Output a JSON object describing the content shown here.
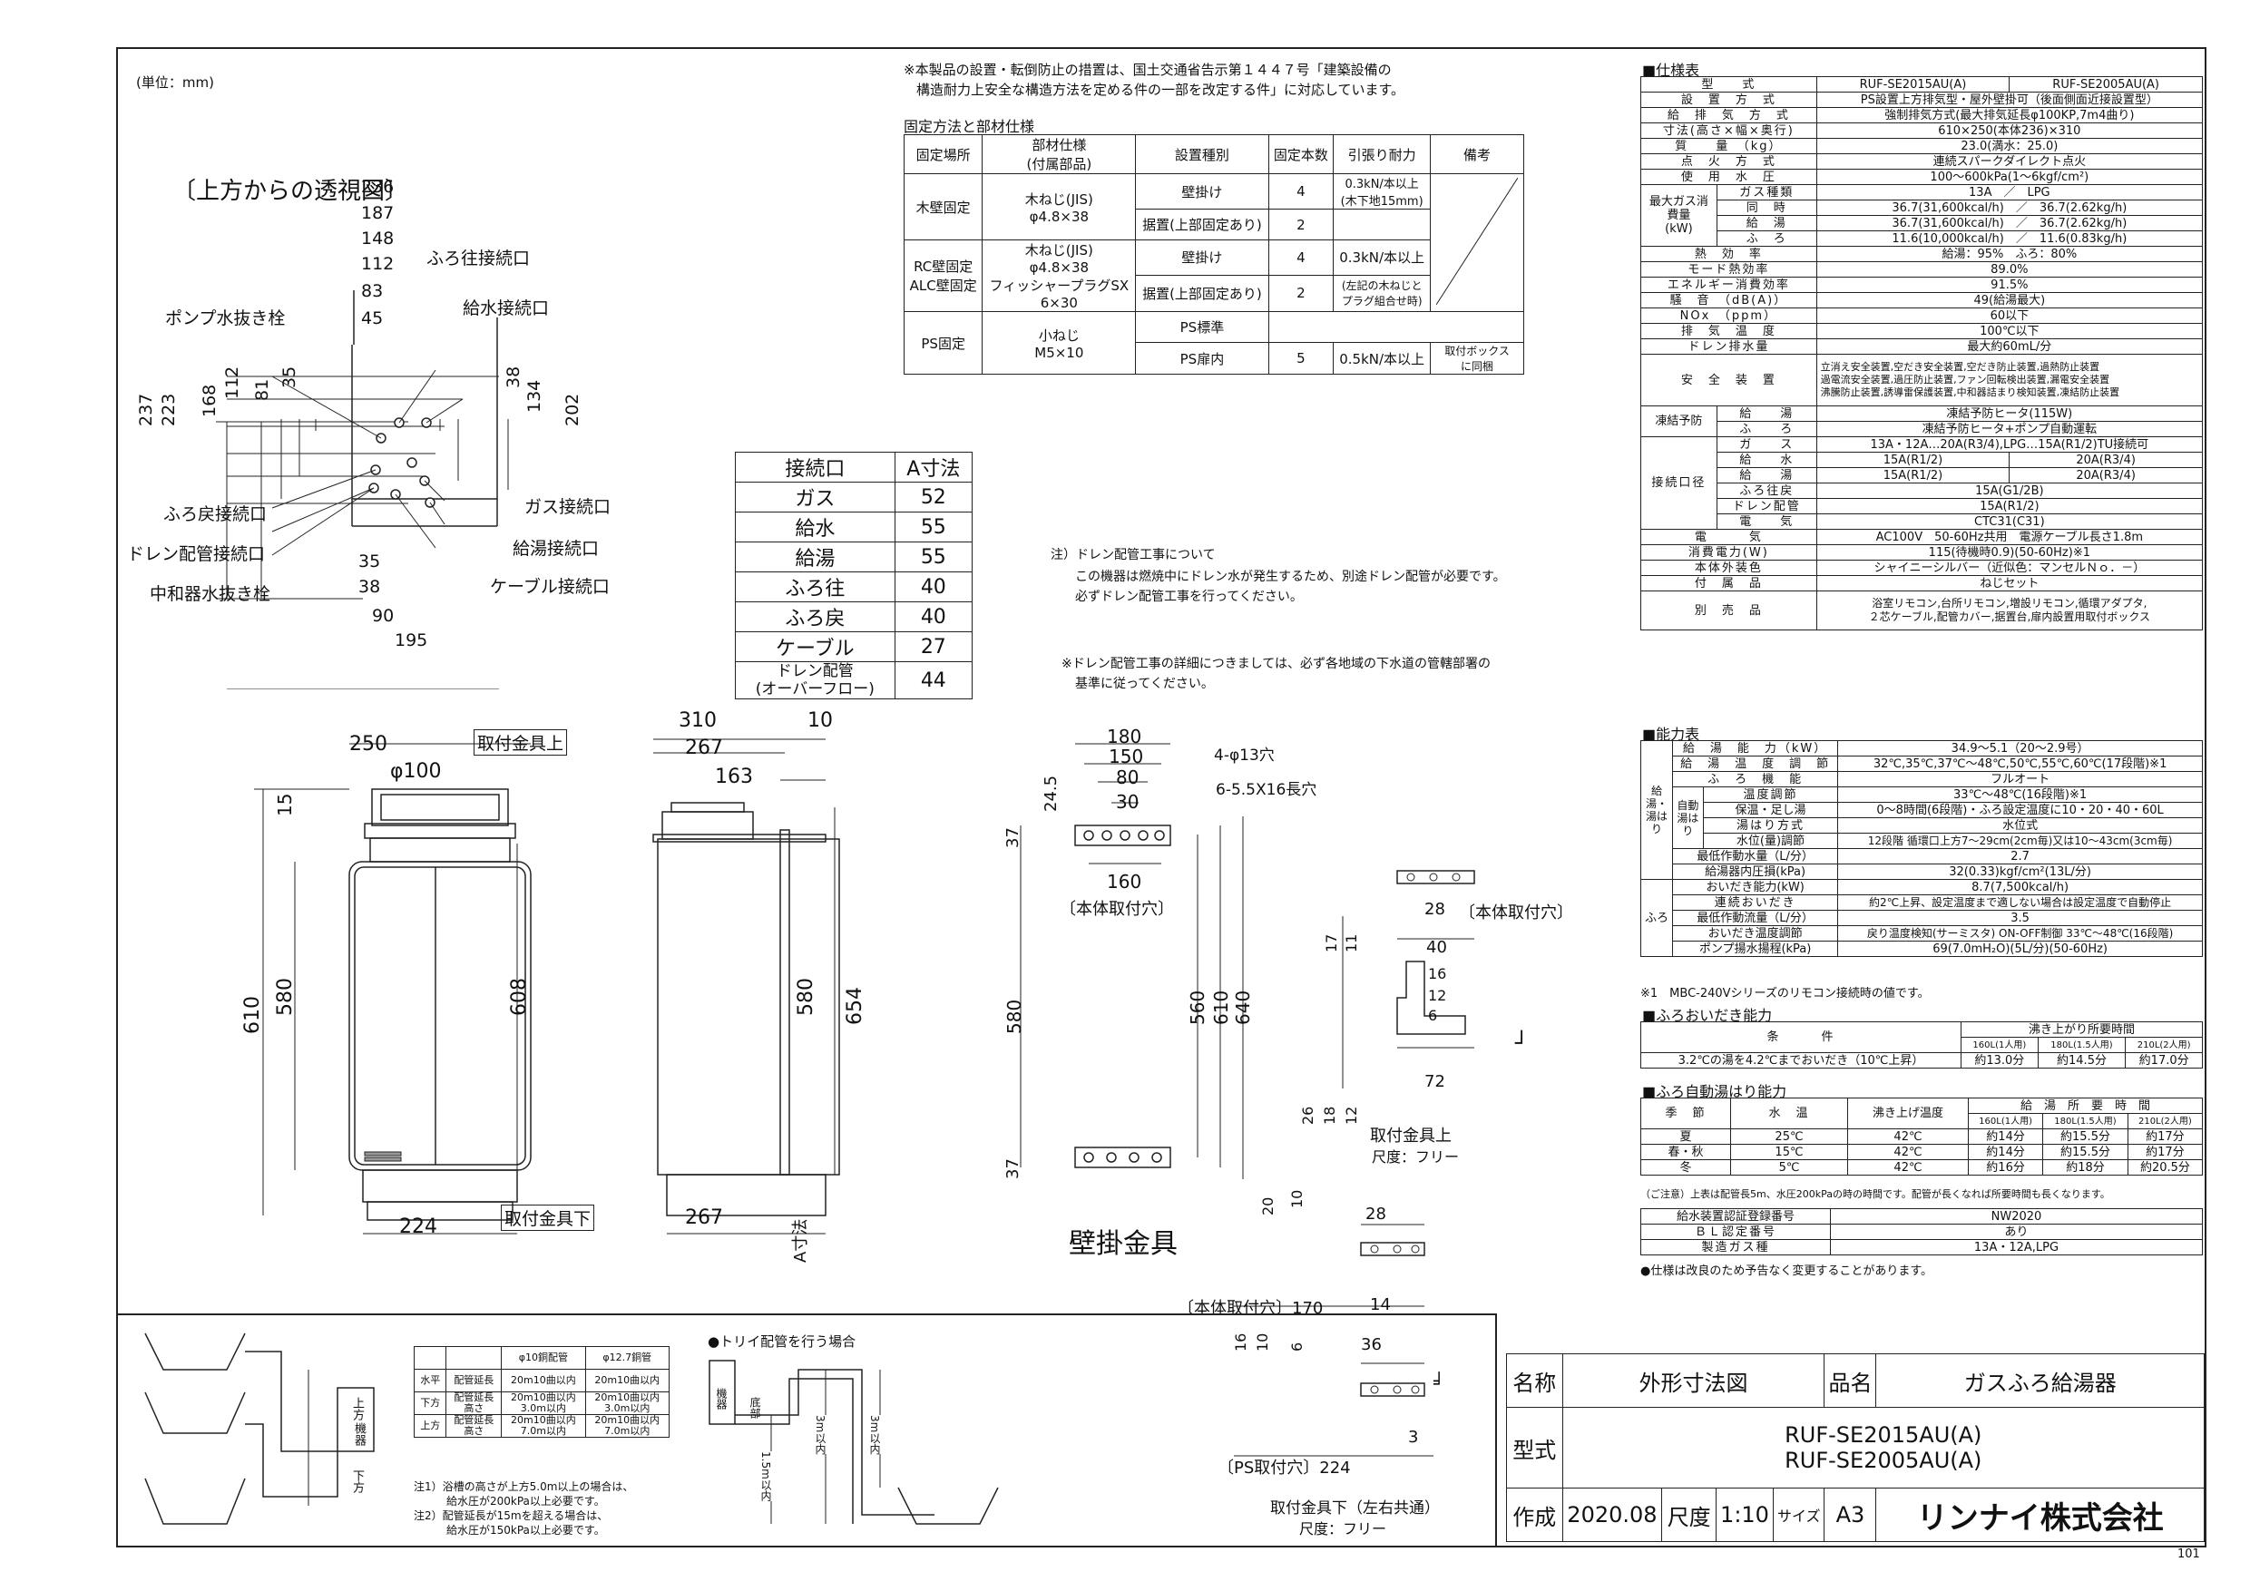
{
  "unit_label": "(単位：mm)",
  "drawing_no": "101",
  "top_view": {
    "title": "〔上方からの透視図〕",
    "labels": {
      "furo_in": "ふろ往接続口",
      "water_in": "給水接続口",
      "pump_drain": "ポンプ水抜き栓",
      "furo_out": "ふろ戻接続口",
      "drain": "ドレン配管接続口",
      "neutral": "中和器水抜き栓",
      "gas": "ガス接続口",
      "hot": "給湯接続口",
      "cable": "ケーブル接続口"
    },
    "dims": [
      "236",
      "187",
      "148",
      "112",
      "83",
      "45",
      "237",
      "223",
      "168",
      "112",
      "81",
      "35",
      "38",
      "134",
      "202",
      "35",
      "38",
      "90",
      "195"
    ]
  },
  "notice": {
    "line1": "※本製品の設置・転倒防止の措置は、国土交通省告示第１４４７号「建築設備の",
    "line2": "構造耐力上安全な構造方法を定める件の一部を改定する件」に対応しています。"
  },
  "fixing": {
    "title": "固定方法と部材仕様",
    "headers": [
      "固定場所",
      "部材仕様\n(付属部品)",
      "設置種別",
      "固定本数",
      "引張り耐力",
      "備考"
    ],
    "rows": [
      {
        "place": "木壁固定",
        "part": "木ねじ(JIS)\nφ4.8×38",
        "type": "壁掛け",
        "n": "4",
        "force": "0.3kN/本以上\n(木下地15mm)",
        "note": ""
      },
      {
        "place": "",
        "part": "",
        "type": "据置(上部固定あり)",
        "n": "2",
        "force": "",
        "note": ""
      },
      {
        "place": "RC壁固定\nALC壁固定",
        "part": "木ねじ(JIS)\nφ4.8×38\nフィッシャープラグSX\n6×30",
        "type": "壁掛け",
        "n": "4",
        "force": "0.3kN/本以上",
        "note": ""
      },
      {
        "place": "",
        "part": "",
        "type": "据置(上部固定あり)",
        "n": "2",
        "force": "(左記の木ねじと\nプラグ組合せ時)",
        "note": ""
      },
      {
        "place": "PS固定",
        "part": "小ねじ\nM5×10",
        "type": "PS標準",
        "n": "",
        "force": "",
        "note": ""
      },
      {
        "place": "",
        "part": "",
        "type": "PS扉内",
        "n": "5",
        "force": "0.5kN/本以上",
        "note": "取付ボックス\nに同梱"
      }
    ]
  },
  "connections": {
    "headers": [
      "接続口",
      "A寸法"
    ],
    "rows": [
      [
        "ガス",
        "52"
      ],
      [
        "給水",
        "55"
      ],
      [
        "給湯",
        "55"
      ],
      [
        "ふろ往",
        "40"
      ],
      [
        "ふろ戻",
        "40"
      ],
      [
        "ケーブル",
        "27"
      ],
      [
        "ドレン配管\n(オーバーフロー)",
        "44"
      ]
    ]
  },
  "drain_note": {
    "title": "注）ドレン配管工事について",
    "l1": "この機器は燃焼中にドレン水が発生するため、別途ドレン配管が必要です。",
    "l2": "必ずドレン配管工事を行ってください。",
    "l3": "※ドレン配管工事の詳細につきましては、必ず各地域の下水道の管轄部署の",
    "l4": "基準に従ってください。"
  },
  "front_view": {
    "dims": [
      "250",
      "φ100",
      "15",
      "610",
      "580",
      "608",
      "224"
    ],
    "label_top": "取付金具上",
    "label_bottom": "取付金具下"
  },
  "side_view": {
    "dims": [
      "310",
      "10",
      "267",
      "163",
      "580",
      "654",
      "267",
      "A寸法"
    ]
  },
  "bracket": {
    "dims": [
      "180",
      "150",
      "80",
      "30",
      "24.5",
      "37",
      "160",
      "580",
      "560",
      "610",
      "640",
      "37",
      "4-φ13穴",
      "6-5.5X16長穴",
      "〔本体取付穴〕"
    ],
    "title": "壁掛金具"
  },
  "upper_fitting": {
    "dims": [
      "28",
      "〔本体取付穴〕",
      "17",
      "11",
      "40",
      "16",
      "12",
      "6",
      "72",
      "26",
      "18",
      "12"
    ],
    "title": "取付金具上",
    "scale": "尺度：フリー"
  },
  "lower_fitting": {
    "dims": [
      "20",
      "10",
      "28",
      "〔本体取付穴〕170",
      "14",
      "16",
      "10",
      "6",
      "36",
      "3",
      "〔PS取付穴〕224"
    ],
    "title": "取付金具下（左右共通）",
    "scale": "尺度：フリー"
  },
  "spec": {
    "title": "■仕様表",
    "header": [
      "型　　式",
      "RUF-SE2015AU(A)",
      "RUF-SE2005AU(A)"
    ],
    "rows": [
      [
        "設　置　方　式",
        "PS設置上方排気型・屋外壁掛可（後面側面近接設置型）"
      ],
      [
        "給　排　気　方　式",
        "強制排気方式(最大排気延長φ100KP,7m4曲り)"
      ],
      [
        "寸法(高さ×幅×奥行)",
        "610×250(本体236)×310"
      ],
      [
        "質　　量　（kg）",
        "23.0(満水：25.0)"
      ],
      [
        "点　火　方　式",
        "連続スパークダイレクト点火"
      ],
      [
        "使　用　水　圧",
        "100～600kPa(1～6kgf/cm²)"
      ],
      [
        "ガス種類",
        "13A　／　LPG"
      ],
      [
        "同　時",
        "36.7(31,600kcal/h)　／　36.7(2.62kg/h)"
      ],
      [
        "給　湯",
        "36.7(31,600kcal/h)　／　36.7(2.62kg/h)"
      ],
      [
        "ふ　ろ",
        "11.6(10,000kcal/h)　／　11.6(0.83kg/h)"
      ],
      [
        "熱　効　率",
        "給湯：95%　ふろ：80%"
      ],
      [
        "モード熱効率",
        "89.0%"
      ],
      [
        "エネルギー消費効率",
        "91.5%"
      ],
      [
        "騒　音　（dB(A)）",
        "49(給湯最大)"
      ],
      [
        "NOx　（ppm）",
        "60以下"
      ],
      [
        "排　気　温　度",
        "100℃以下"
      ],
      [
        "ドレン排水量",
        "最大約60mL/分"
      ]
    ],
    "gas_label": "最大ガス消費量\n(kW)",
    "safety_label": "安　全　装　置",
    "safety": "立消え安全装置,空だき安全装置,空だき防止装置,過熱防止装置\n過電流安全装置,過圧防止装置,ファン回転検出装置,漏電安全装置\n沸騰防止装置,誘導雷保護装置,中和器詰まり検知装置,凍結防止装置",
    "freeze_label": "凍結予防",
    "freeze": [
      [
        "給　　湯",
        "凍結予防ヒータ(115W)"
      ],
      [
        "ふ　　ろ",
        "凍結予防ヒータ+ポンプ自動運転"
      ]
    ],
    "conn_label": "接続口径",
    "conn": [
      [
        "ガ　　ス",
        "13A・12A…20A(R3/4),LPG…15A(R1/2)TU接続可",
        ""
      ],
      [
        "給　　水",
        "15A(R1/2)",
        "20A(R3/4)"
      ],
      [
        "給　　湯",
        "15A(R1/2)",
        "20A(R3/4)"
      ],
      [
        "ふろ往戻",
        "15A(G1/2B)",
        ""
      ],
      [
        "ドレン配管",
        "15A(R1/2)",
        ""
      ],
      [
        "電　　気",
        "CTC31(C31)",
        ""
      ]
    ],
    "tail": [
      [
        "電　　　気",
        "AC100V　50-60Hz共用　電源ケーブル長さ1.8m"
      ],
      [
        "消費電力(W)",
        "115(待機時0.9)(50-60Hz)※1"
      ],
      [
        "本体外装色",
        "シャイニーシルバー（近似色：マンセルＮｏ．－）"
      ],
      [
        "付　属　品",
        "ねじセット"
      ]
    ],
    "option_label": "別　売　品",
    "option": "浴室リモコン,台所リモコン,増設リモコン,循環アダプタ,\n２芯ケーブル,配管カバー,据置台,扉内設置用取付ボックス"
  },
  "capacity": {
    "title": "■能力表",
    "rows": [
      [
        "給　湯　能　力（kW）",
        "34.9～5.1（20～2.9号）"
      ],
      [
        "給　湯　温　度　調　節",
        "32℃,35℃,37℃～48℃,50℃,55℃,60℃(17段階)※1"
      ],
      [
        "ふ　ろ　機　能",
        "フルオート"
      ],
      [
        "温度調節",
        "33℃～48℃(16段階)※1"
      ],
      [
        "保温・足し湯",
        "0～8時間(6段階)・ふろ設定温度に10・20・40・60L"
      ],
      [
        "湯はり方式",
        "水位式"
      ],
      [
        "水位(量)調節",
        "12段階 循環口上方7～29cm(2cm毎)又は10～43cm(3cm毎)"
      ],
      [
        "最低作動水量（L/分）",
        "2.7"
      ],
      [
        "給湯器内圧損(kPa)",
        "32(0.33)kgf/cm²(13L/分)"
      ],
      [
        "おいだき能力(kW)",
        "8.7(7,500kcal/h)"
      ],
      [
        "連続おいだき",
        "約2℃上昇、設定温度まで適しない場合は設定温度で自動停止"
      ],
      [
        "最低作動流量（L/分）",
        "3.5"
      ],
      [
        "おいだき温度調節",
        "戻り温度検知(サーミスタ) ON-OFF制御 33℃～48℃(16段階)"
      ],
      [
        "ポンプ揚水揚程(kPa)",
        "69(7.0mH₂O)(5L/分)(50-60Hz)"
      ]
    ],
    "side1": "給湯・湯はり",
    "side2": "自動湯はり",
    "side3": "ふろ",
    "footnote": "※1　MBC-240Vシリーズのリモコン接続時の値です。"
  },
  "oidaki": {
    "title": "■ふろおいだき能力",
    "h1": "条　　　件",
    "h2": "沸き上がり所要時間",
    "cols": [
      "160L(1人用)",
      "180L(1.5人用)",
      "210L(2人用)"
    ],
    "row": [
      "3.2℃の湯を4.2℃までおいだき（10℃上昇）",
      "約13.0分",
      "約14.5分",
      "約17.0分"
    ]
  },
  "autofill": {
    "title": "■ふろ自動湯はり能力",
    "headers": [
      "季　節",
      "水　温",
      "沸き上げ温度",
      "給　湯　所　要　時　間"
    ],
    "cols": [
      "160L(1人用)",
      "180L(1.5人用)",
      "210L(2人用)"
    ],
    "rows": [
      [
        "夏",
        "25℃",
        "42℃",
        "約14分",
        "約15.5分",
        "約17分"
      ],
      [
        "春・秋",
        "15℃",
        "42℃",
        "約14分",
        "約15.5分",
        "約17分"
      ],
      [
        "冬",
        "5℃",
        "42℃",
        "約16分",
        "約18分",
        "約20.5分"
      ]
    ],
    "note": "（ご注意）上表は配管長5m、水圧200kPaの時の時間です。配管が長くなれば所要時間も長くなります。"
  },
  "cert": {
    "rows": [
      [
        "給水装置認証登録番号",
        "NW2020"
      ],
      [
        "ＢＬ認定番号",
        "あり"
      ],
      [
        "製造ガス種",
        "13A・12A,LPG"
      ]
    ],
    "note": "●仕様は改良のため予告なく変更することがあります。"
  },
  "piping": {
    "headers": [
      "",
      "",
      "φ10銅配管",
      "φ12.7銅管"
    ],
    "rows": [
      [
        "水平",
        "配管延長",
        "20m10曲以内",
        "20m10曲以内"
      ],
      [
        "下方",
        "配管延長\n高さ",
        "20m10曲以内\n3.0m以内",
        "20m10曲以内\n3.0m以内"
      ],
      [
        "上方",
        "配管延長\n高さ",
        "20m10曲以内\n7.0m以内",
        "20m10曲以内\n7.0m以内"
      ]
    ],
    "note1": "注1）浴槽の高さが上方5.0m以上の場合は、",
    "note1b": "給水圧が200kPa以上必要です。",
    "note2": "注2）配管延長が15mを超える場合は、",
    "note2b": "給水圧が150kPa以上必要です。",
    "trap_title": "●トリイ配管を行う場合",
    "unit": "機器",
    "up": "上方",
    "down": "下方",
    "bottom": "底部",
    "h1": "1.5m以内",
    "h2": "3m以内",
    "h3": "3m以内"
  },
  "title_block": {
    "name_label": "名称",
    "name": "外形寸法図",
    "prod_label": "品名",
    "prod": "ガスふろ給湯器",
    "model_label": "型式",
    "model1": "RUF-SE2015AU(A)",
    "model2": "RUF-SE2005AU(A)",
    "made_label": "作成",
    "date": "2020.08",
    "scale_label": "尺度",
    "scale": "1:10",
    "size_label": "サイズ",
    "size": "A3",
    "company": "リンナイ株式会社"
  }
}
